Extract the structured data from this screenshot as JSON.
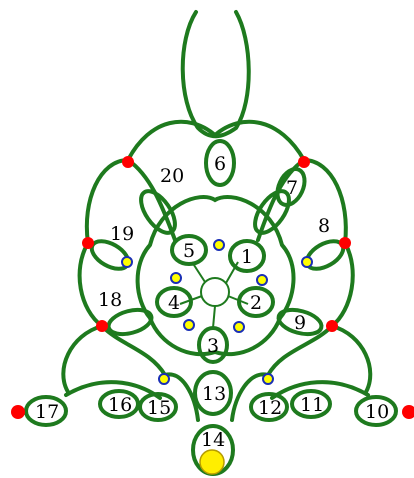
{
  "labels": {
    "n1": "1",
    "n2": "2",
    "n3": "3",
    "n4": "4",
    "n5": "5",
    "n6": "6",
    "n7": "7",
    "n8": "8",
    "n9": "9",
    "n10": "10",
    "n11": "11",
    "n12": "12",
    "n13": "13",
    "n14": "14",
    "n15": "15",
    "n16": "16",
    "n17": "17",
    "n18": "18",
    "n19": "19",
    "n20": "20"
  },
  "colors": {
    "thread": "#1e7a1e",
    "picot_join": "#ff0000",
    "bead_fill": "#ffff00",
    "bead_outline": "#1a2fb5"
  }
}
